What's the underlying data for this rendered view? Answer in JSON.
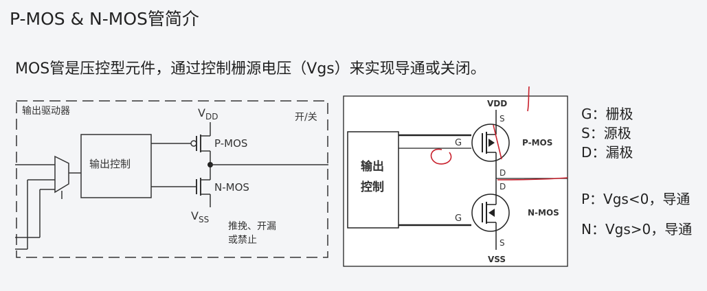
{
  "title": "P-MOS & N-MOS管简介",
  "subtitle": "MOS管是压控型元件，通过控制栅源电压（Vgs）来实现导通或关闭。",
  "left_diagram": {
    "box_label": "输出驱动器",
    "control_label": "输出控制",
    "switch_label": "开/关",
    "vdd_main": "V",
    "vdd_sub": "DD",
    "vss_main": "V",
    "vss_sub": "SS",
    "pmos_label": "P-MOS",
    "nmos_label": "N-MOS",
    "note_line1": "推挽、开漏",
    "note_line2": "或禁止"
  },
  "right_diagram": {
    "control_line1": "输出",
    "control_line2": "控制",
    "vdd": "VDD",
    "vss": "VSS",
    "s_top": "S",
    "d_top": "D",
    "d_bottom": "D",
    "s_bottom": "S",
    "g_top": "G",
    "g_bottom": "G",
    "pmos_label": "P-MOS",
    "nmos_label": "N-MOS"
  },
  "legend": {
    "g": "G：栅极",
    "s": "S：源极",
    "d": "D：漏极",
    "p": "P：Vgs<0，导通",
    "n": "N：Vgs>0，导通"
  },
  "colors": {
    "annotation": "#c8202c",
    "line": "#222222",
    "dashed": "#444444"
  }
}
